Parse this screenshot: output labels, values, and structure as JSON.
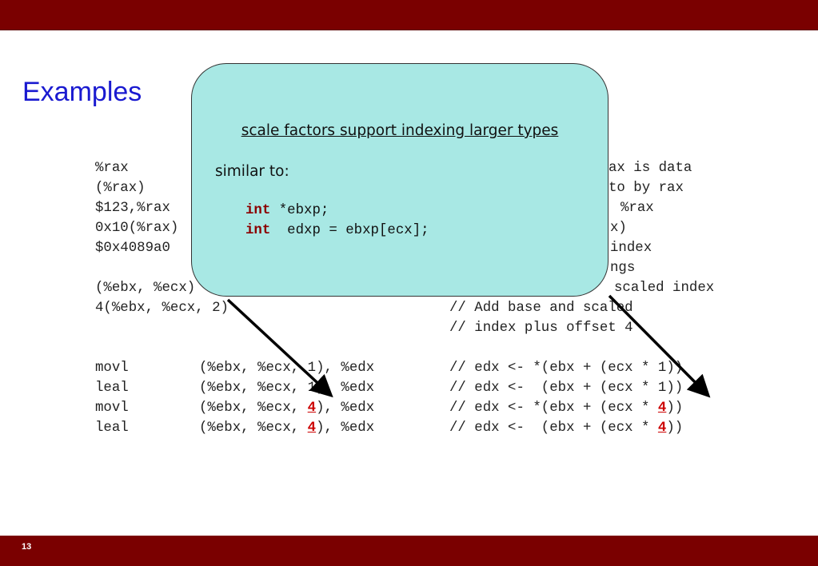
{
  "slide": {
    "title": "Examples",
    "page_number": "13"
  },
  "code": {
    "top_left": [
      "%rax",
      "(%rax)",
      "$123,%rax",
      "0x10(%rax)",
      "$0x4089a0"
    ],
    "top_right": [
      "ax is data",
      "to by rax",
      "%rax",
      "x)",
      "index",
      "ngs"
    ],
    "mid_left_1": "(%ebx, %ecx)",
    "mid_left_2": "4(%ebx, %ecx, 2)",
    "mid_right_1": "scaled index",
    "mid_right_2": "// Add base and scaled",
    "mid_right_3": "// index plus offset 4",
    "instructions": [
      {
        "op": "movl",
        "pre": "(%ebx, %ecx, ",
        "scale": "1",
        "post": "), %edx",
        "comment_pre": "// edx <- *(ebx + (ecx * ",
        "comment_scale": "1",
        "comment_post": "))",
        "highlight": false
      },
      {
        "op": "leal",
        "pre": "(%ebx, %ecx, ",
        "scale": "1",
        "post": "), %edx",
        "comment_pre": "// edx <-  (ebx + (ecx * ",
        "comment_scale": "1",
        "comment_post": "))",
        "highlight": false
      },
      {
        "op": "movl",
        "pre": "(%ebx, %ecx, ",
        "scale": "4",
        "post": "), %edx",
        "comment_pre": "// edx <- *(ebx + (ecx * ",
        "comment_scale": "4",
        "comment_post": "))",
        "highlight": true
      },
      {
        "op": "leal",
        "pre": "(%ebx, %ecx, ",
        "scale": "4",
        "post": "), %edx",
        "comment_pre": "// edx <-  (ebx + (ecx * ",
        "comment_scale": "4",
        "comment_post": "))",
        "highlight": true
      }
    ]
  },
  "callout": {
    "heading": "scale factors support indexing larger types",
    "subheading": "similar to:",
    "line1_kw": "int",
    "line1_rest": " *ebxp;",
    "line2_kw": "int",
    "line2_rest": "  edxp = ebxp[ecx];"
  },
  "colors": {
    "bar": "#7a0000",
    "title": "#1a1ad0",
    "callout_bg": "#a8e8e4",
    "highlight": "#cc0000"
  }
}
